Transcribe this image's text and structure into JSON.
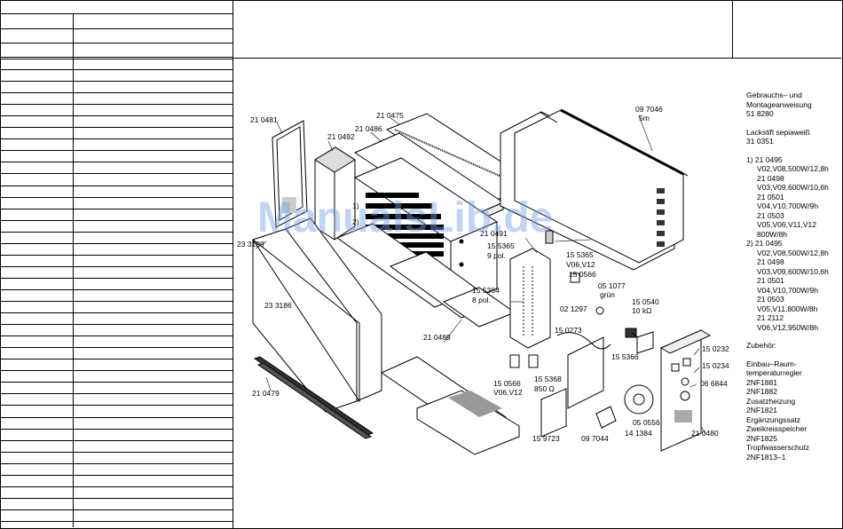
{
  "watermark": "ManualsLib.de",
  "callouts": {
    "c210481": "21 0481",
    "c210492": "21 0492",
    "c210486": "21 0486",
    "c210475": "21 0475",
    "c097046": "09 7046",
    "c5m": "5m",
    "c1": "1)",
    "c2": "2)",
    "c210491": "21 0491",
    "c233199": "23 3199",
    "c233186": "23 3186",
    "c155365a": "15 5365",
    "c9pol": "9 pol.",
    "c155365b": "15 5365",
    "cv06v12a": "V06,V12",
    "c150566a": "15 0566",
    "c051077": "05 1077",
    "cgruen": "grün",
    "c155364": "15 5364",
    "c8pol": "8 pol.",
    "c021297": "02 1297",
    "c150540": "15 0540",
    "c10k": "10 kΩ",
    "c210489": "21 0489",
    "c150273": "15 0273",
    "c150232": "15 0232",
    "c150234": "15 0234",
    "c155366": "15 5366",
    "c066844": "06 6844",
    "c155368": "15 5368",
    "c850": "850 Ω",
    "c150566b": "15 0566",
    "cv06v12b": "V06,V12",
    "c210479": "21 0479",
    "c050556": "05 0556",
    "c141384": "14 1384",
    "c210480": "21 0480",
    "c159723": "15 9723",
    "c097044": "09 7044"
  },
  "notes": {
    "l1": "Gebrauchs– und",
    "l2": "Montageanweisung",
    "l3": "51 8280",
    "l4": "Lackstift sepiaweiß",
    "l5": "31 0351",
    "l6": "1)  21 0495",
    "l7": "V02,V08,500W/12,8h",
    "l8": "21 0498",
    "l9": "V03,V09,600W/10,6h",
    "l10": "21 0501",
    "l11": "V04,V10,700W/9h",
    "l12": "21 0503",
    "l13": "V05,V06,V11,V12",
    "l14": "800W/8h",
    "l15": "2)  21 0495",
    "l16": "V02,V08,500W/12,8h",
    "l17": "21 0498",
    "l18": "V03,V09,600W/10,6h",
    "l19": "21 0501",
    "l20": "V04,V10,700W/9h",
    "l21": "21 0503",
    "l22": "V05,V11,800W/8h",
    "l23": "21 2112",
    "l24": "V06,V12,950W/8h",
    "l25": "Zubehör:",
    "l26": "Einbau–Raum-",
    "l27": "temperaturregler",
    "l28": "2NF1881",
    "l29": "2NF1882",
    "l30": "Zusatzheizung",
    "l31": "2NF1821",
    "l32": "Ergänzungssatz",
    "l33": "Zweikreisspeicher",
    "l34": "2NF1825",
    "l35": "Tropfwasserschutz",
    "l36": "2NF1813–1"
  }
}
